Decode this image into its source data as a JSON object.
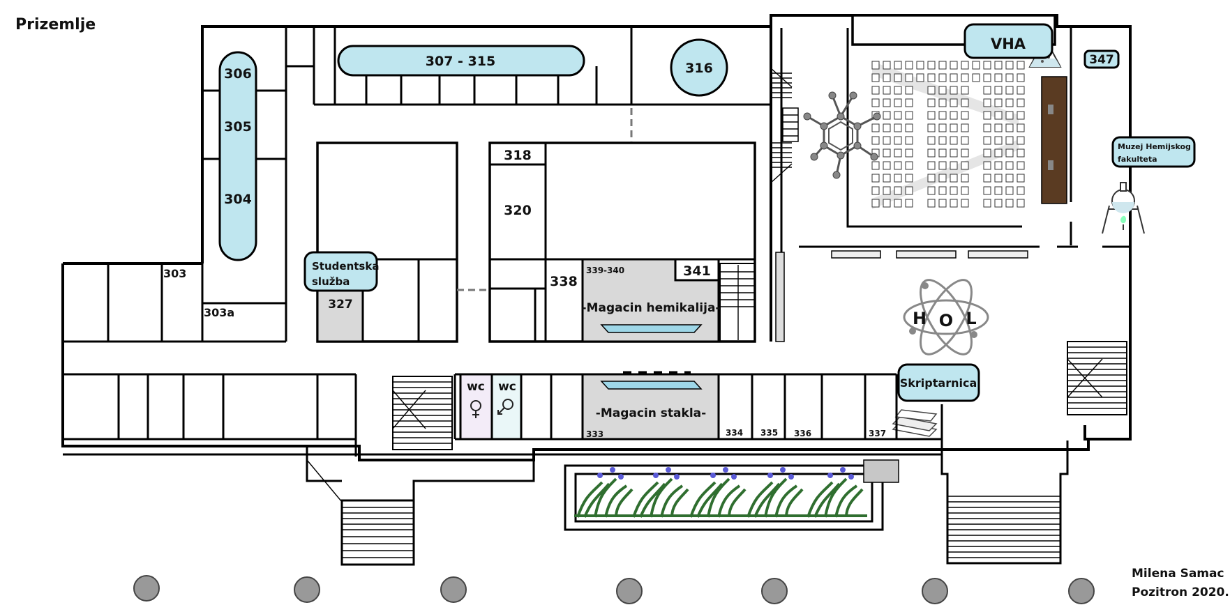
{
  "map": {
    "floor_title": "Prizemlje",
    "credit_line1": "Milena Samac",
    "credit_line2": "Pozitron 2020."
  },
  "rooms": {
    "r303": "303",
    "r303a": "303a",
    "r304": "304",
    "r305": "305",
    "r306": "306",
    "r307_315": "307 - 315",
    "r316": "316",
    "r318": "318",
    "r320": "320",
    "r327": "327",
    "r333": "333",
    "r334": "334",
    "r335": "335",
    "r336": "336",
    "r337": "337",
    "r338": "338",
    "r339_340": "339-340",
    "r341": "341",
    "r347": "347",
    "studentska_line1": "Studentska",
    "studentska_line2": "služba",
    "magacin_hem": "-Magacin hemikalija-",
    "magacin_stakla": "-Magacin stakla-",
    "wc_female": "wc",
    "wc_male": "wc",
    "vha": "VHA",
    "muzej_line1": "Muzej Hemijskog",
    "muzej_line2": "fakulteta",
    "skriptarnica": "Skriptarnica",
    "hol_h": "H",
    "hol_o": "O",
    "hol_l": "L"
  },
  "colors": {
    "highlight": "#bfe6ef",
    "storage": "#d9d9d9",
    "wc_female": "#f3ecf8",
    "wc_male": "#eaf7f8",
    "lecture_wall": "#5a3b22",
    "column": "#999999"
  }
}
